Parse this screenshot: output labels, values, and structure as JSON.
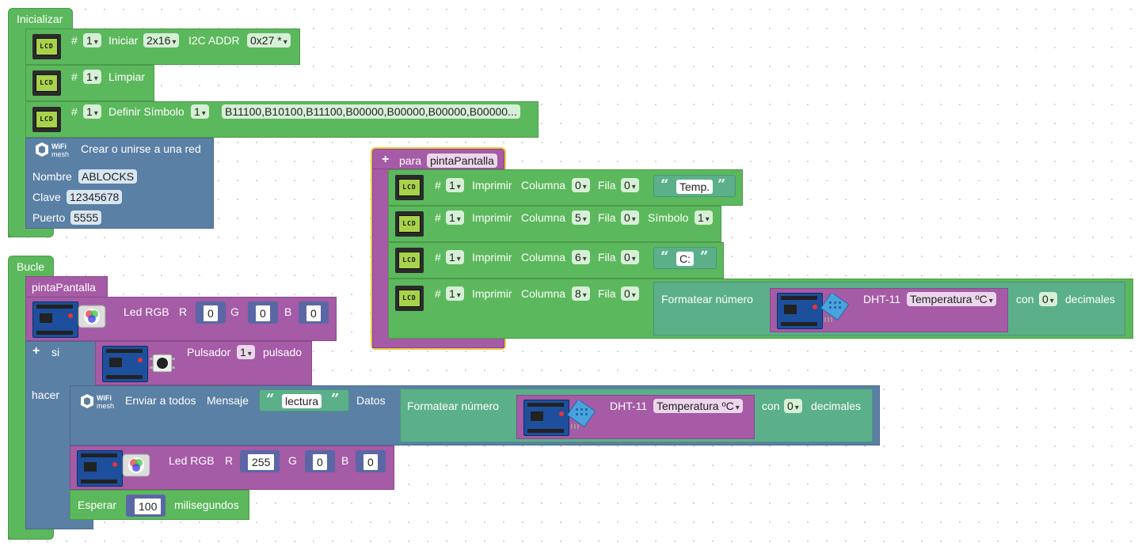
{
  "init": {
    "hat": "Inicializar",
    "row1": {
      "hash": "#",
      "num": "1",
      "action": "Iniciar",
      "size": "2x16",
      "addr_label": "I2C ADDR",
      "addr": "0x27 *"
    },
    "row2": {
      "hash": "#",
      "num": "1",
      "action": "Limpiar"
    },
    "row3": {
      "hash": "#",
      "num": "1",
      "action": "Definir Símbolo",
      "symbol": "1",
      "pattern": "B11100,B10100,B11100,B00000,B00000,B00000,B00000..."
    },
    "wifi": {
      "title": "Crear o unirse a una red",
      "name_label": "Nombre",
      "name": "ABLOCKS",
      "pass_label": "Clave",
      "pass": "12345678",
      "port_label": "Puerto",
      "port": "5555"
    }
  },
  "loop": {
    "hat": "Bucle",
    "call": "pintaPantalla",
    "led1": {
      "label": "Led RGB",
      "r_label": "R",
      "r": "0",
      "g_label": "G",
      "g": "0",
      "b_label": "B",
      "b": "0"
    },
    "if": {
      "si": "si",
      "hacer": "hacer",
      "button_label": "Pulsador",
      "button_num": "1",
      "button_state": "pulsado"
    },
    "send": {
      "label": "Enviar a todos",
      "msg_label": "Mensaje",
      "msg": "lectura",
      "data_label": "Datos",
      "fmt_label": "Formatear número",
      "sensor": "DHT-11",
      "measure": "Temperatura ºC",
      "con": "con",
      "decimals": "0",
      "dec_label": "decimales"
    },
    "led2": {
      "label": "Led RGB",
      "r_label": "R",
      "r": "255",
      "g_label": "G",
      "g": "0",
      "b_label": "B",
      "b": "0"
    },
    "wait": {
      "label": "Esperar",
      "value": "100",
      "unit": "milisegundos"
    }
  },
  "func": {
    "para": "para",
    "name": "pintaPantalla",
    "rows": [
      {
        "hash": "#",
        "num": "1",
        "action": "Imprimir",
        "col_label": "Columna",
        "col": "0",
        "row_label": "Fila",
        "row": "0",
        "text": "Temp."
      },
      {
        "hash": "#",
        "num": "1",
        "action": "Imprimir",
        "col_label": "Columna",
        "col": "5",
        "row_label": "Fila",
        "row": "0",
        "sym_label": "Símbolo",
        "sym": "1"
      },
      {
        "hash": "#",
        "num": "1",
        "action": "Imprimir",
        "col_label": "Columna",
        "col": "6",
        "row_label": "Fila",
        "row": "0",
        "text": "C:"
      },
      {
        "hash": "#",
        "num": "1",
        "action": "Imprimir",
        "col_label": "Columna",
        "col": "8",
        "row_label": "Fila",
        "row": "0",
        "fmt_label": "Formatear número",
        "sensor": "DHT-11",
        "measure": "Temperatura ºC",
        "con": "con",
        "decimals": "0",
        "dec_label": "decimales"
      }
    ]
  },
  "icons": {
    "lcd": "LCD",
    "wifi_top": "WiFi",
    "wifi_bottom": "mesh",
    "quote_open": "“",
    "quote_close": "”",
    "dropdown": "▾",
    "plus": "+"
  },
  "colors": {
    "green": "#5cb85c",
    "teal": "#5bb08a",
    "blue": "#5b80a5",
    "purple": "#a55ba5",
    "number": "#5b67a5",
    "highlight": "#f5c842"
  }
}
